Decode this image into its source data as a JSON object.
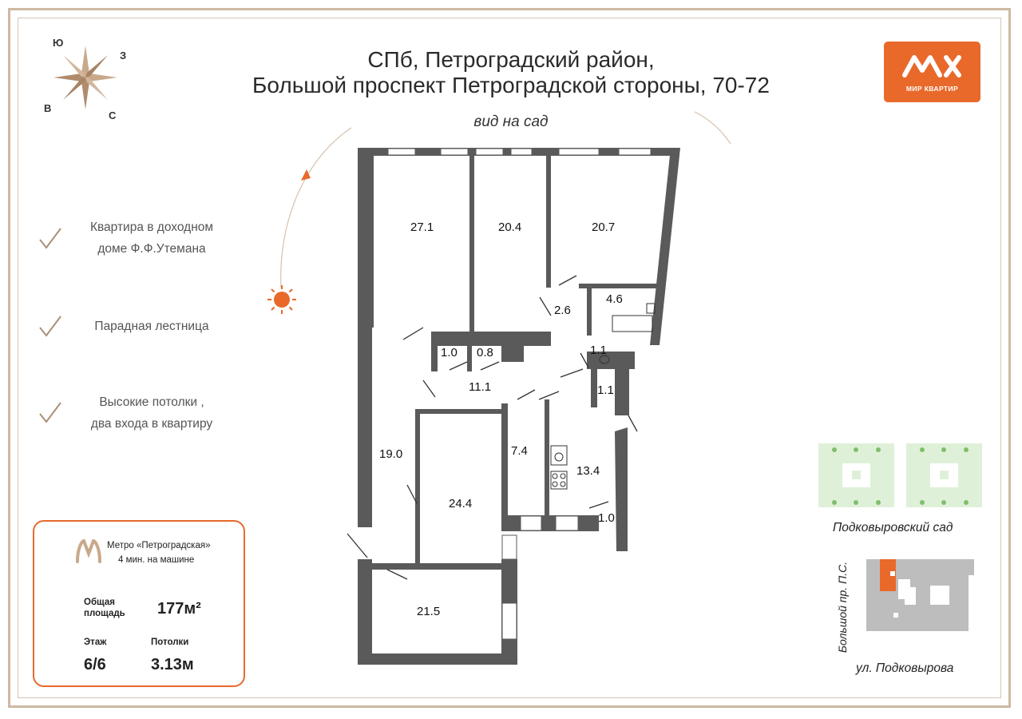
{
  "compass": {
    "n": "С",
    "s": "Ю",
    "e": "В",
    "w": "З"
  },
  "header": {
    "title_line1": "СПб, Петроградский район,",
    "title_line2": "Большой проспект Петроградской стороны, 70-72",
    "view": "вид на сад"
  },
  "logo": {
    "brand": "МИР КВАРТИР"
  },
  "features": [
    {
      "line1": "Квартира в доходном",
      "line2": "доме Ф.Ф.Утемана"
    },
    {
      "line1": "Парадная лестница",
      "line2": ""
    },
    {
      "line1": "Высокие потолки ,",
      "line2": "два входа в квартиру"
    }
  ],
  "info_card": {
    "metro_name": "Метро «Петроградская»",
    "metro_time": "4 мин. на машине",
    "area_label_1": "Общая",
    "area_label_2": "площадь",
    "area_value": "177м²",
    "floor_label": "Этаж",
    "floor_value": "6/6",
    "ceiling_label": "Потолки",
    "ceiling_value": "3.13м"
  },
  "rooms": [
    {
      "name": "room-27-1",
      "area": "27.1"
    },
    {
      "name": "room-20-4",
      "area": "20.4"
    },
    {
      "name": "room-20-7",
      "area": "20.7"
    },
    {
      "name": "room-4-6",
      "area": "4.6"
    },
    {
      "name": "room-2-6",
      "area": "2.6"
    },
    {
      "name": "room-1-0-a",
      "area": "1.0"
    },
    {
      "name": "room-0-8",
      "area": "0.8"
    },
    {
      "name": "room-1-1-a",
      "area": "1.1"
    },
    {
      "name": "room-11-1",
      "area": "11.1"
    },
    {
      "name": "room-1-1-b",
      "area": "1.1"
    },
    {
      "name": "room-19-0",
      "area": "19.0"
    },
    {
      "name": "room-7-4",
      "area": "7.4"
    },
    {
      "name": "room-13-4",
      "area": "13.4"
    },
    {
      "name": "room-24-4",
      "area": "24.4"
    },
    {
      "name": "room-1-0-b",
      "area": "1.0"
    },
    {
      "name": "room-21-5",
      "area": "21.5"
    }
  ],
  "site": {
    "garden": "Подковыровский сад",
    "street_left": "Большой пр. П.С.",
    "street_bottom": "ул. Подковырова"
  },
  "colors": {
    "accent": "#e9692b",
    "wall": "#5a5a5a",
    "frame": "#cfb9a4",
    "check": "#a89078",
    "garden": "#dff0d8"
  }
}
